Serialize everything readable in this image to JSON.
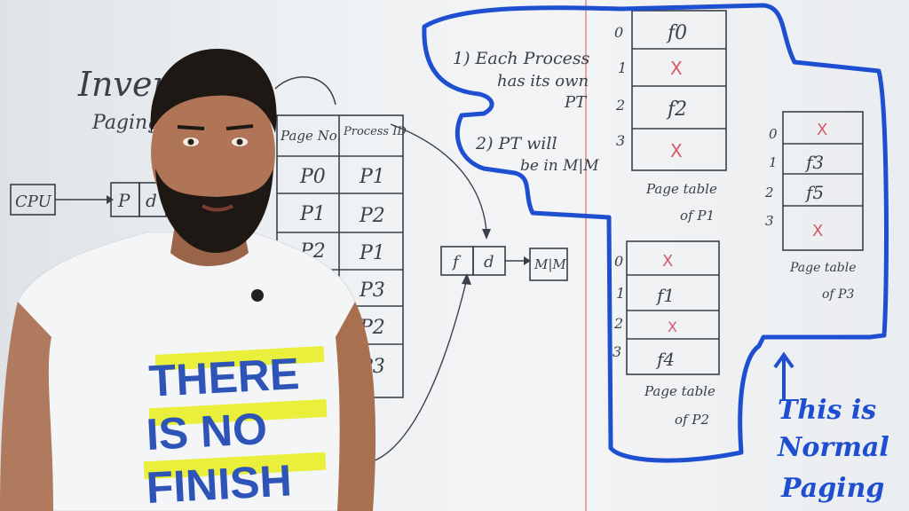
{
  "board": {
    "title_partial": "Inver",
    "subtitle_partial": "Paging",
    "cpu_label": "CPU",
    "addr_p": "P",
    "addr_d": "d",
    "inv_table": {
      "headers": [
        "Page No.",
        "Process ID"
      ],
      "rows": [
        [
          "P0",
          "P1"
        ],
        [
          "P1",
          "P2"
        ],
        [
          "P2",
          "P1"
        ],
        [
          "",
          "P3"
        ],
        [
          "",
          "P2"
        ],
        [
          "",
          "P3"
        ]
      ]
    },
    "phys_f": "f",
    "phys_d": "d",
    "mm_label": "M|M",
    "notes": {
      "n1_line1": "1) Each Process",
      "n1_line2": "has its own",
      "n1_line3": "PT",
      "n2_line1": "2) PT will",
      "n2_line2": "be in M|M"
    },
    "pt_p1": {
      "idx": [
        "0",
        "1",
        "2",
        "3"
      ],
      "vals": [
        "f0",
        "X",
        "f2",
        "X"
      ],
      "label1": "Page table",
      "label2": "of P1"
    },
    "pt_p3": {
      "idx": [
        "0",
        "1",
        "2",
        "3"
      ],
      "vals": [
        "X",
        "f3",
        "f5",
        "X"
      ],
      "label1": "Page table",
      "label2": "of P3"
    },
    "pt_p2": {
      "idx": [
        "0",
        "1",
        "2",
        "3"
      ],
      "vals": [
        "X",
        "f1",
        "X",
        "f4"
      ],
      "label1": "Page table",
      "label2": "of P2"
    },
    "blue_note": [
      "This is",
      "Normal",
      "Paging"
    ]
  },
  "shirt": {
    "lines": [
      "THERE",
      "IS NO",
      "FINISH"
    ]
  },
  "colors": {
    "marker_blue": "#1f4fd1",
    "marker_red": "#d65a6a",
    "ink": "#3a3f48",
    "shirt_yellow": "#e9ef3a"
  }
}
